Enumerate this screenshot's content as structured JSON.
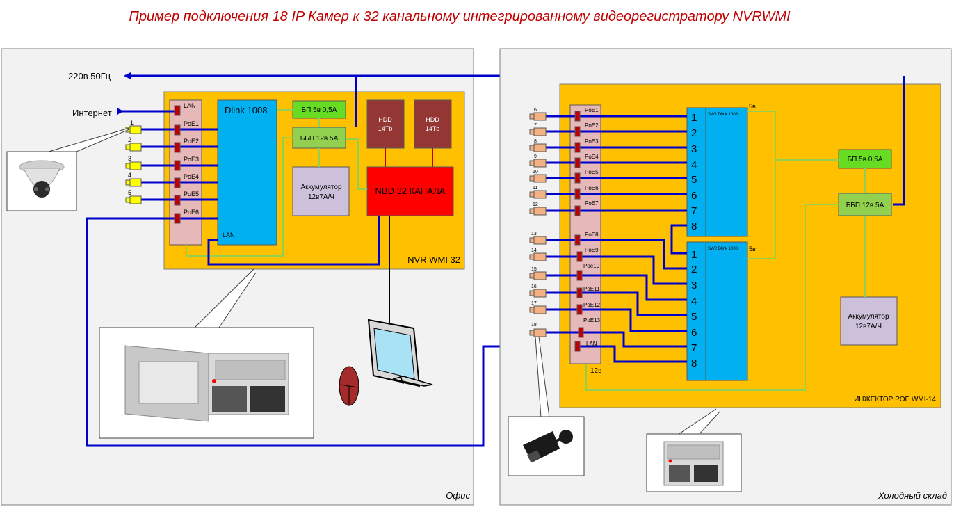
{
  "title": "Пример подключения 18 IP Камер к 32 канальному интегрированному видеорегистратору NVRWMI",
  "office": {
    "zone_label": "Офис",
    "power_label": "220в 50Гц",
    "internet_label": "Интернет",
    "nvr_label": "NVR WMI 32",
    "switch_label": "Dlink 1008",
    "switch_lan": "LAN",
    "psu_label": "БП  5в 0,5А",
    "ups_label": "ББП  12в 5А",
    "battery_label_1": "Аккумулятор",
    "battery_label_2": "12в7А/Ч",
    "hdd1_label_1": "HDD",
    "hdd1_label_2": "14Tb",
    "hdd2_label_1": "HDD",
    "hdd2_label_2": "14Tb",
    "nbd_label": "NBD 32 КАНАЛА",
    "ports": [
      "LAN",
      "PoE1",
      "PoE2",
      "PoE3",
      "PoE4",
      "PoE5",
      "PoE6"
    ],
    "camera_numbers": [
      "1",
      "2",
      "3",
      "4",
      "5"
    ]
  },
  "warehouse": {
    "zone_label": "Холодный склад",
    "injector_label": "ИНЖЕКТОР POE WMI-14",
    "ports": [
      "PoE1",
      "PoE2",
      "PoE3",
      "PoE4",
      "PoE5",
      "PoE6",
      "PoE7",
      "PoE8",
      "PoE9",
      "Poe10",
      "PoE11",
      "PoE12",
      "PoE13",
      "LAN"
    ],
    "camera_numbers": [
      "6",
      "7",
      "8",
      "9",
      "10",
      "11",
      "12",
      "13",
      "14",
      "15",
      "16",
      "17",
      "18"
    ],
    "sw1_label": "SW1 Dlink 1008",
    "sw2_label": "SW2 Dlink 1008",
    "sw1_volt": "5в",
    "sw2_volt": "5в",
    "port_volt": "12в",
    "sw_ports": [
      "1",
      "2",
      "3",
      "4",
      "5",
      "6",
      "7",
      "8"
    ],
    "psu_label": "БП  5в 0,5А",
    "ups_label": "ББП  12в 5А",
    "battery_label_1": "Аккумулятор",
    "battery_label_2": "12в7А/Ч"
  },
  "colors": {
    "title": "#c00000",
    "cabinet": "#ffc000",
    "switch": "#00b0f0",
    "port_strip": "#e6b8b7",
    "port": "#c00000",
    "psu": "#66dd22",
    "ups": "#92d050",
    "battery": "#ccc0da",
    "hdd": "#943634",
    "nbd": "#ff0000",
    "power_line": "#0000cc",
    "lowvolt_line": "#92d050",
    "zone_bg": "#f2f2f2",
    "camera_office": "#ffff00",
    "camera_warehouse": "#f4b183"
  }
}
